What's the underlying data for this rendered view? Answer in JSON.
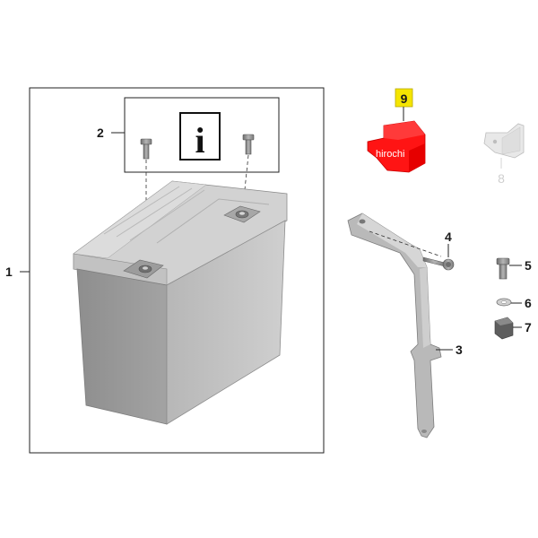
{
  "callouts": {
    "c1": "1",
    "c2": "2",
    "c3": "3",
    "c4": "4",
    "c5": "5",
    "c6": "6",
    "c7": "7",
    "c8": "8",
    "c9": "9"
  },
  "info_box": {
    "glyph": "i"
  },
  "watermark": {
    "text": "hirochi"
  },
  "colors": {
    "highlight": "#ff0000",
    "part_gray": "#9a9a9a",
    "label_box": "#f5e500"
  }
}
